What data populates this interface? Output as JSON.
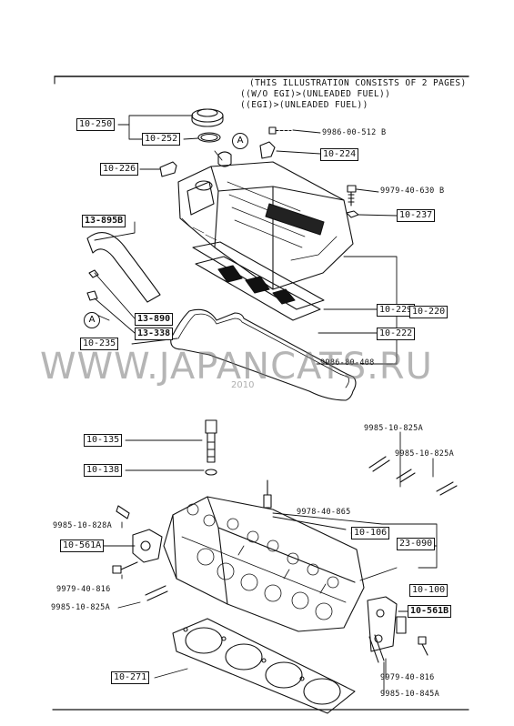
{
  "header": {
    "line1": "(THIS ILLUSTRATION CONSISTS OF  2 PAGES)",
    "line2": "((W/O EGI)>(UNLEADED FUEL))",
    "line3": "((EGI)>(UNLEADED FUEL))"
  },
  "watermark": {
    "text": "WWW.JAPANCATS.RU",
    "year": "2010"
  },
  "ref_letter": "A",
  "labels": {
    "l10_250": "10-250",
    "l10_252": "10-252",
    "l9986_00_512b": "9986-00-512 B",
    "l10_224": "10-224",
    "l10_226": "10-226",
    "l9979_40_630b": "9979-40-630 B",
    "l10_237": "10-237",
    "l13_895b": "13-895B",
    "l13_890": "13-890",
    "l13_338": "13-338",
    "l10_229": "10-229",
    "l10_220": "10-220",
    "l10_222": "10-222",
    "l10_235": "10-235",
    "l9986_80_408": "9986-80-408",
    "l9985_10_825a_top": "9985-10-825A",
    "l10_135": "10-135",
    "l9985_10_825a_right": "9985-10-825A",
    "l10_138": "10-138",
    "l9978_40_865": "9978-40-865",
    "l9985_10_828a": "9985-10-828A",
    "l10_106": "10-106",
    "l10_561a": "10-561A",
    "l23_090": "23-090",
    "l9979_40_816_left": "9979-40-816",
    "l10_100": "10-100",
    "l9985_10_825a_left": "9985-10-825A",
    "l10_561b": "10-561B",
    "l10_271": "10-271",
    "l9979_40_816_right": "9979-40-816",
    "l9985_10_845a": "9985-10-845A"
  }
}
